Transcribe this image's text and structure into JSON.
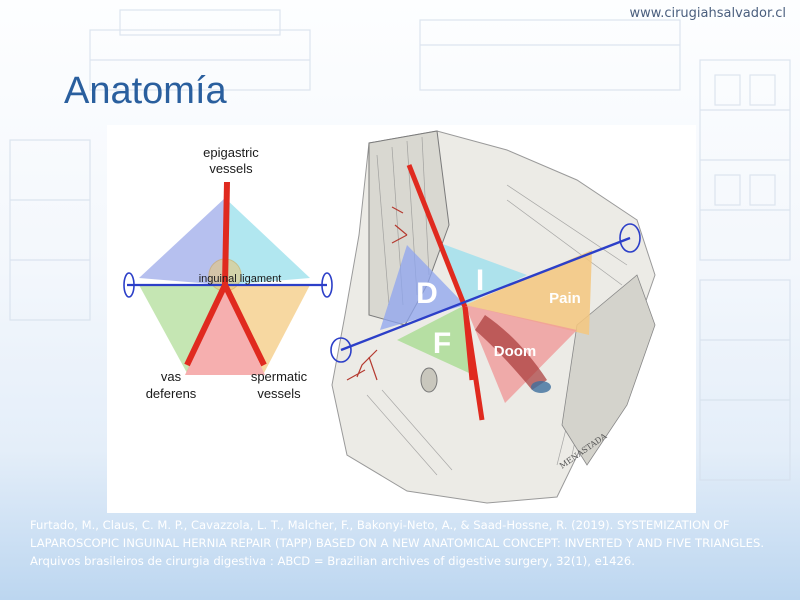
{
  "header": {
    "site_url": "www.cirugiahsalvador.cl"
  },
  "slide": {
    "title": "Anatomía"
  },
  "figure": {
    "left_diagram": {
      "epigastric": [
        "epigastric",
        "vessels"
      ],
      "ligament": "inguinal ligament",
      "vas": [
        "vas",
        "deferens"
      ],
      "spermatic": [
        "spermatic",
        "vessels"
      ]
    },
    "right_illustration": {
      "triangle_d": "D",
      "triangle_i": "I",
      "triangle_f": "F",
      "triangle_pain": "Pain",
      "triangle_doom": "Doom",
      "artist_signature": "MENASTADA"
    },
    "colors": {
      "blue_line": "#2c3fc8",
      "red_vessel": "#e02a1f",
      "triangle_blue": "#9db0ec",
      "triangle_cyan": "#a8e4ee",
      "triangle_green": "#b7dfa3",
      "triangle_orange": "#f5cc8a",
      "triangle_red": "#f5a3a3"
    }
  },
  "caption": {
    "text": "Furtado, M., Claus, C. M. P., Cavazzola, L. T., Malcher, F., Bakonyi-Neto, A., & Saad-Hossne, R. (2019). SYSTEMIZATION OF LAPAROSCOPIC INGUINAL HERNIA REPAIR (TAPP) BASED ON A NEW ANATOMICAL CONCEPT: INVERTED Y AND FIVE TRIANGLES. Arquivos brasileiros de cirurgia digestiva : ABCD = Brazilian archives of digestive surgery, 32(1), e1426."
  }
}
